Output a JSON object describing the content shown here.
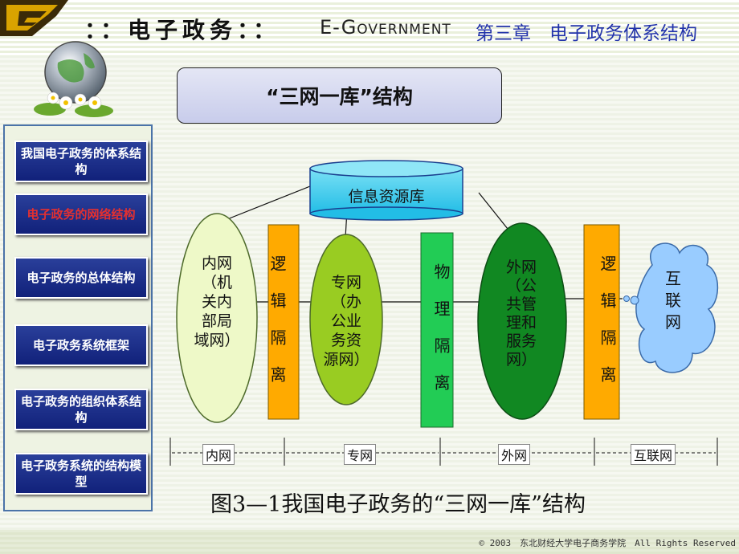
{
  "header": {
    "title": "：：电子政务：：",
    "subtitle": "E-Government",
    "chapter": "第三章　电子政务体系结构"
  },
  "sidebar": {
    "items": [
      {
        "label": "我国电子政务的体系结构",
        "active": false
      },
      {
        "label": "电子政务的网络结构",
        "active": true
      },
      {
        "label": "电子政务的总体结构",
        "active": false
      },
      {
        "label": "电子政务系统框架",
        "active": false
      },
      {
        "label": "电子政务的组织体系结构",
        "active": false
      },
      {
        "label": "电子政务系统的结构模型",
        "active": false
      }
    ]
  },
  "diagram": {
    "title": "“三网一库”结构",
    "database": "信息资源库",
    "intranet": [
      "内网",
      "（机",
      "关内",
      "部局",
      "域网）"
    ],
    "isolation_logic_1": "逻辑隔离",
    "private_net": [
      "专网",
      "（办",
      "公业",
      "务资",
      "源网）"
    ],
    "isolation_physical": "物理隔离",
    "extranet": [
      "外网",
      "（公",
      "共管",
      "理和",
      "服务",
      "网）"
    ],
    "isolation_logic_2": "逻辑隔离",
    "internet": [
      "互",
      "联",
      "网"
    ],
    "segments": [
      "内网",
      "专网",
      "外网",
      "互联网"
    ],
    "colors": {
      "database": "#33ccee",
      "intranet": "#eef9c8",
      "private_net": "#99cc22",
      "extranet": "#118822",
      "isolation": "#ffaa00",
      "physical": "#22cc55",
      "internet": "#99ccff"
    }
  },
  "caption": "图3—1我国电子政务的“三网一库”结构",
  "footer": {
    "copyright": "© 2003　东北财经大学电子商务学院　All Rights Reserved"
  }
}
